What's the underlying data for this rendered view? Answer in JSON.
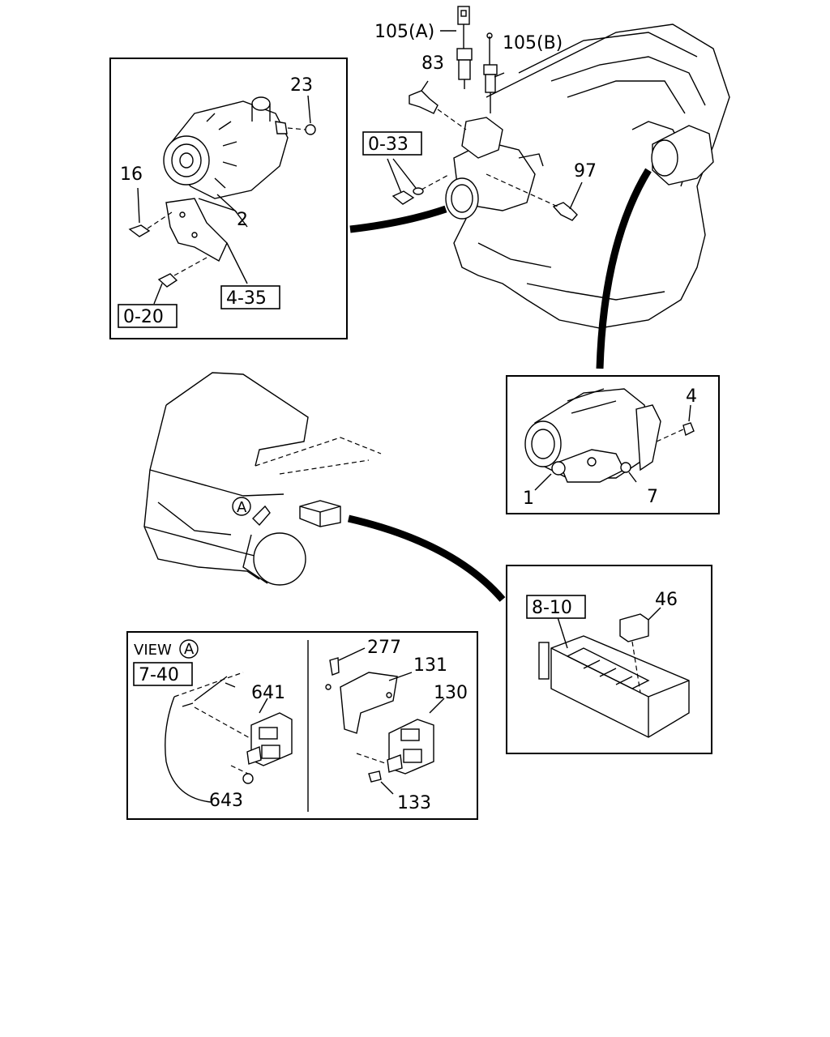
{
  "labels": {
    "part_105a": "105(A)",
    "part_105b": "105(B)",
    "part_83": "83",
    "ref_0_33": "0-33",
    "part_97": "97",
    "part_23": "23",
    "part_16": "16",
    "part_2": "2",
    "ref_4_35": "4-35",
    "ref_0_20": "0-20",
    "part_4": "4",
    "part_1": "1",
    "part_7": "7",
    "view_word": "VIEW",
    "view_letter": "A",
    "ref_7_40": "7-40",
    "part_641": "641",
    "part_643": "643",
    "part_277": "277",
    "part_131": "131",
    "part_130": "130",
    "part_133": "133",
    "ref_8_10": "8-10",
    "part_46": "46",
    "callout_a": "A"
  }
}
